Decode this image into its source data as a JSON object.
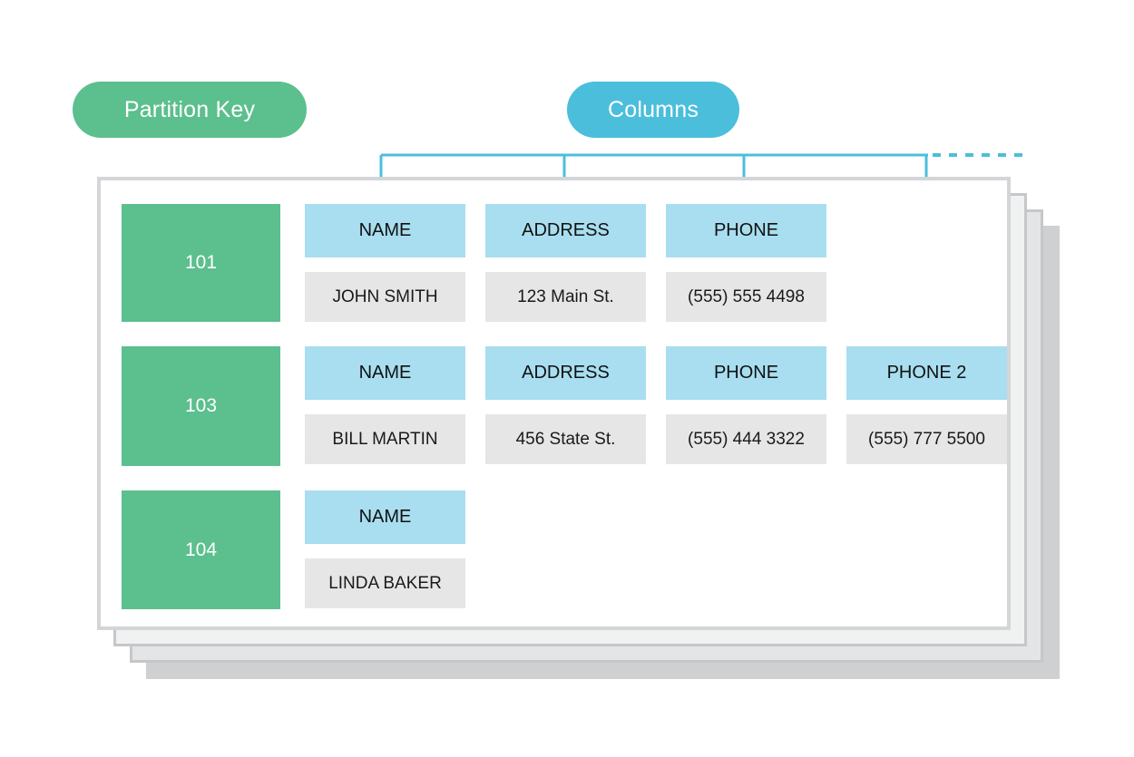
{
  "legend": {
    "partition_key_label": "Partition Key",
    "columns_label": "Columns",
    "partition_key_color": "#5CBF8E",
    "columns_color": "#4BBEDC",
    "bracket_color": "#4BBEDC"
  },
  "palette": {
    "partition_cell": "#5CBF8E",
    "column_header": "#A8DEF0",
    "column_value": "#E6E6E6",
    "card_border": "#d4d5d8",
    "card_background": "#ffffff"
  },
  "table": {
    "rows": [
      {
        "partition_key": "101",
        "columns": [
          {
            "header": "NAME",
            "value": "JOHN SMITH"
          },
          {
            "header": "ADDRESS",
            "value": "123 Main St."
          },
          {
            "header": "PHONE",
            "value": "(555) 555 4498"
          }
        ]
      },
      {
        "partition_key": "103",
        "columns": [
          {
            "header": "NAME",
            "value": "BILL MARTIN"
          },
          {
            "header": "ADDRESS",
            "value": "456 State St."
          },
          {
            "header": "PHONE",
            "value": "(555) 444 3322"
          },
          {
            "header": "PHONE 2",
            "value": "(555) 777 5500"
          }
        ]
      },
      {
        "partition_key": "104",
        "columns": [
          {
            "header": "NAME",
            "value": "LINDA BAKER"
          }
        ]
      }
    ]
  }
}
